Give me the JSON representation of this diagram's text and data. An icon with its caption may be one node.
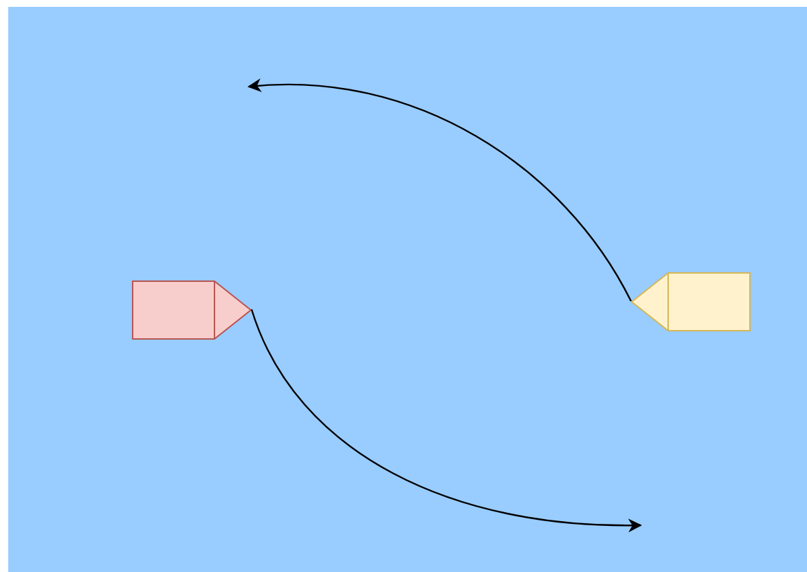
{
  "diagram": {
    "nodes": [
      {
        "text": [],
        "shape": "pentagon"
      },
      {
        "text": [],
        "shape": "pentagon"
      }
    ],
    "edges": [
      {
        "from": 0,
        "to": null,
        "arrow": "to"
      },
      {
        "from": 1,
        "to": null,
        "arrow": "to"
      }
    ]
  }
}
